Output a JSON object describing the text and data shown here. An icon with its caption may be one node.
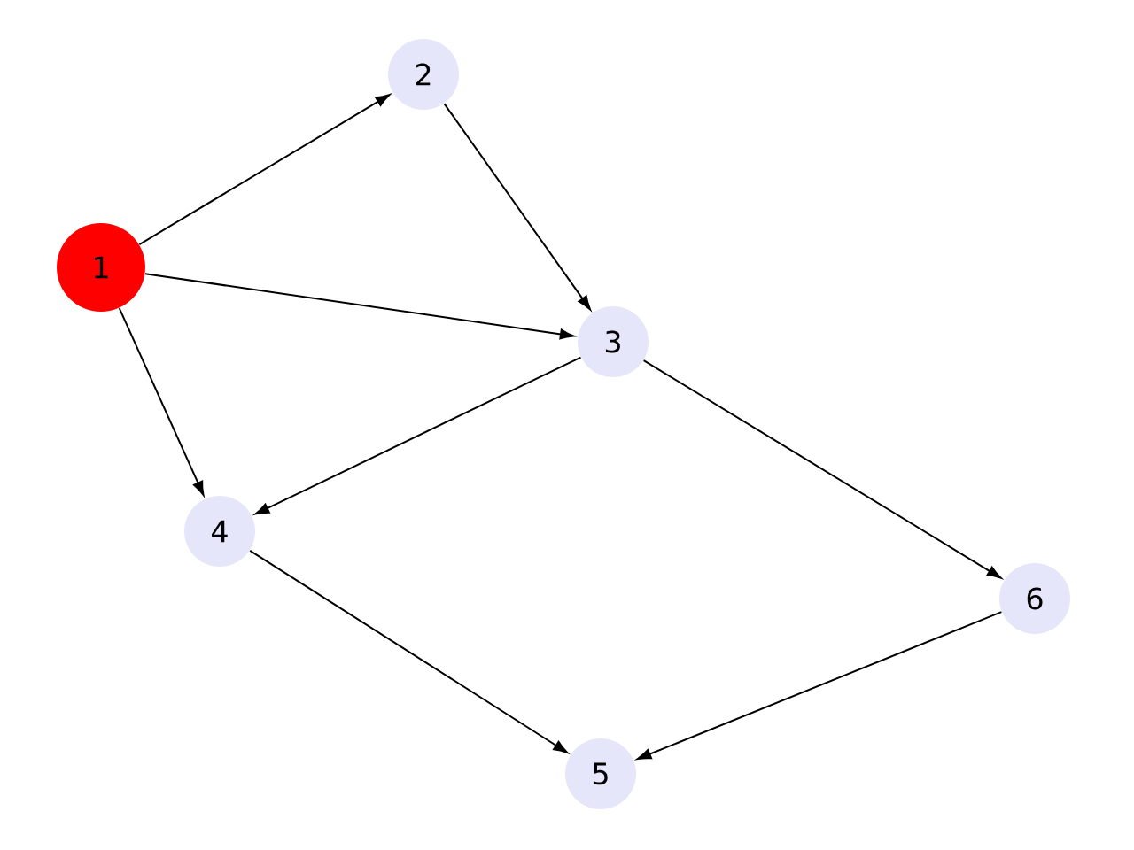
{
  "diagram": {
    "nodes": [
      {
        "text": [
          "1"
        ]
      },
      {
        "text": [
          "2"
        ]
      },
      {
        "text": [
          "3"
        ]
      },
      {
        "text": [
          "4"
        ]
      },
      {
        "text": [
          "5"
        ]
      },
      {
        "text": [
          "6"
        ]
      }
    ],
    "edges": [
      {
        "from": 0,
        "to": 1,
        "arrow": "to"
      },
      {
        "from": 0,
        "to": 2,
        "arrow": "to"
      },
      {
        "from": 0,
        "to": 3,
        "arrow": "to"
      },
      {
        "from": 1,
        "to": 2,
        "arrow": "to"
      },
      {
        "from": 2,
        "to": 3,
        "arrow": "to"
      },
      {
        "from": 2,
        "to": 5,
        "arrow": "to"
      },
      {
        "from": 3,
        "to": 4,
        "arrow": "to"
      },
      {
        "from": 5,
        "to": 4,
        "arrow": "to"
      }
    ]
  }
}
